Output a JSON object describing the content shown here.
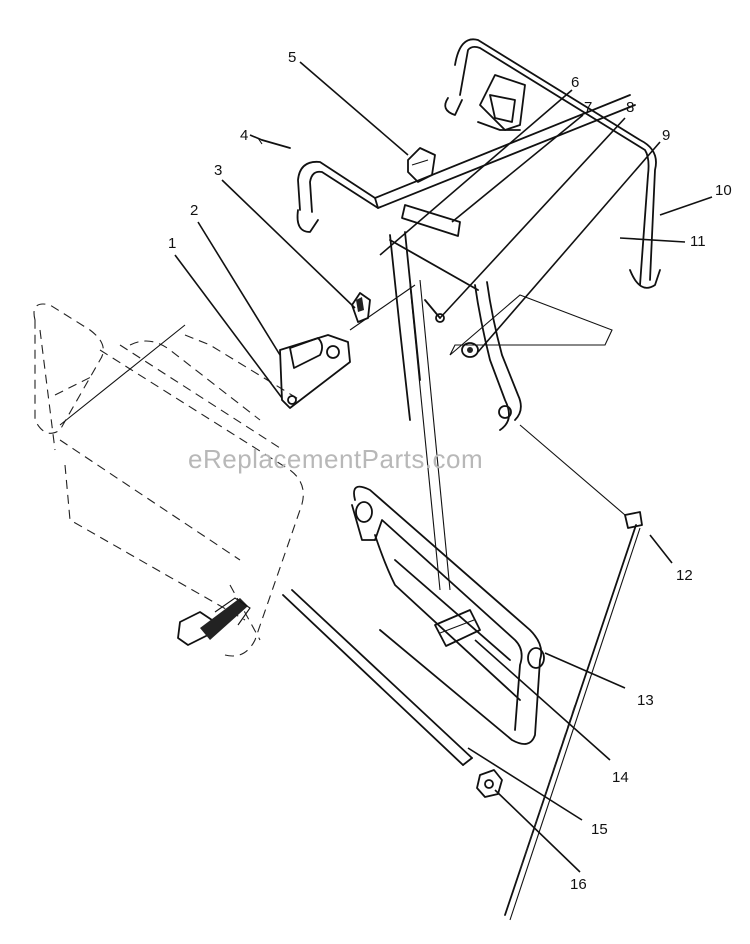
{
  "watermark": "eReplacementParts.com",
  "callouts": [
    "1",
    "2",
    "3",
    "4",
    "5",
    "6",
    "7",
    "8",
    "9",
    "10",
    "11",
    "12",
    "13",
    "14",
    "15",
    "16"
  ]
}
